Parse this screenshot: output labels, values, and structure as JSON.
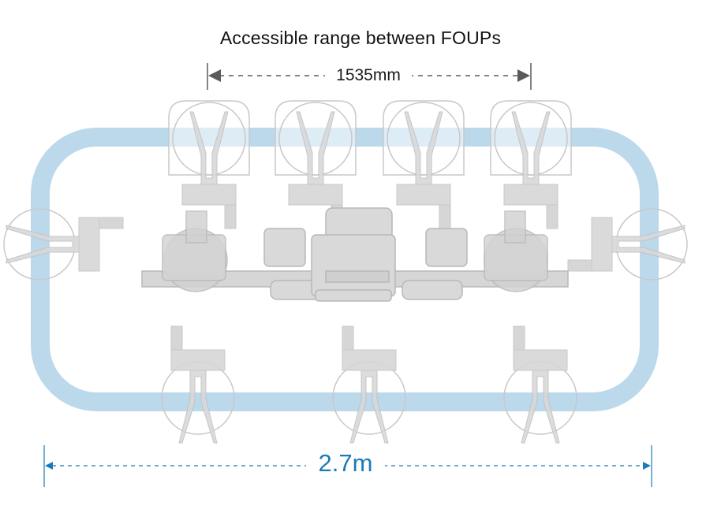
{
  "title": "Accessible range between FOUPs",
  "top_dimension": {
    "label": "1535mm",
    "color": "#5a5a5a"
  },
  "bottom_dimension": {
    "label": "2.7m",
    "color": "#1a7bb8"
  },
  "range_outline_color": "#bcd9ec",
  "robot_color": "#d9d9d9",
  "robot_edge_color": "#b8b8b8"
}
